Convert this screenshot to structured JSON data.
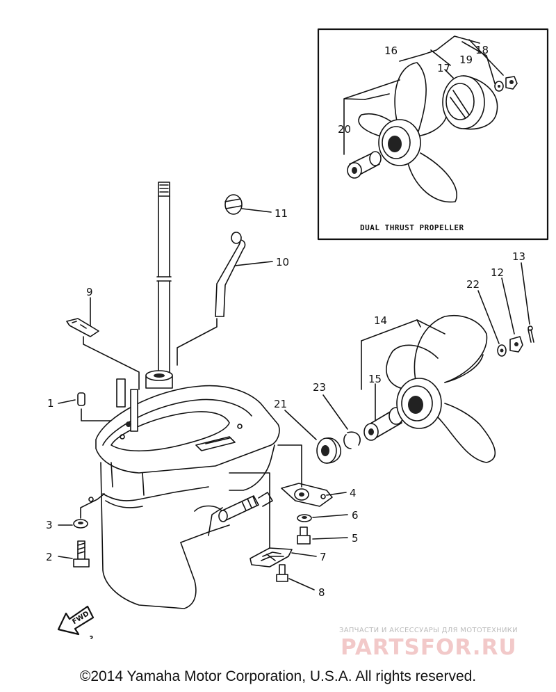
{
  "inset": {
    "title": "DUAL THRUST PROPELLER",
    "callouts": [
      "16",
      "17",
      "18",
      "19",
      "20"
    ]
  },
  "callouts": {
    "c1": "1",
    "c2": "2",
    "c3": "3",
    "c4": "4",
    "c5": "5",
    "c6": "6",
    "c7": "7",
    "c8": "8",
    "c9": "9",
    "c10": "10",
    "c11": "11",
    "c12": "12",
    "c13": "13",
    "c14": "14",
    "c15": "15",
    "c21": "21",
    "c22": "22",
    "c23": "23"
  },
  "fwd_label": "FWD",
  "watermark": {
    "tagline": "ЗАПЧАСТИ И АКСЕССУАРЫ ДЛЯ МОТОТЕХНИКИ",
    "logo": "PARTSFOR.RU"
  },
  "copyright": "©2014 Yamaha Motor Corporation, U.S.A. All rights reserved."
}
